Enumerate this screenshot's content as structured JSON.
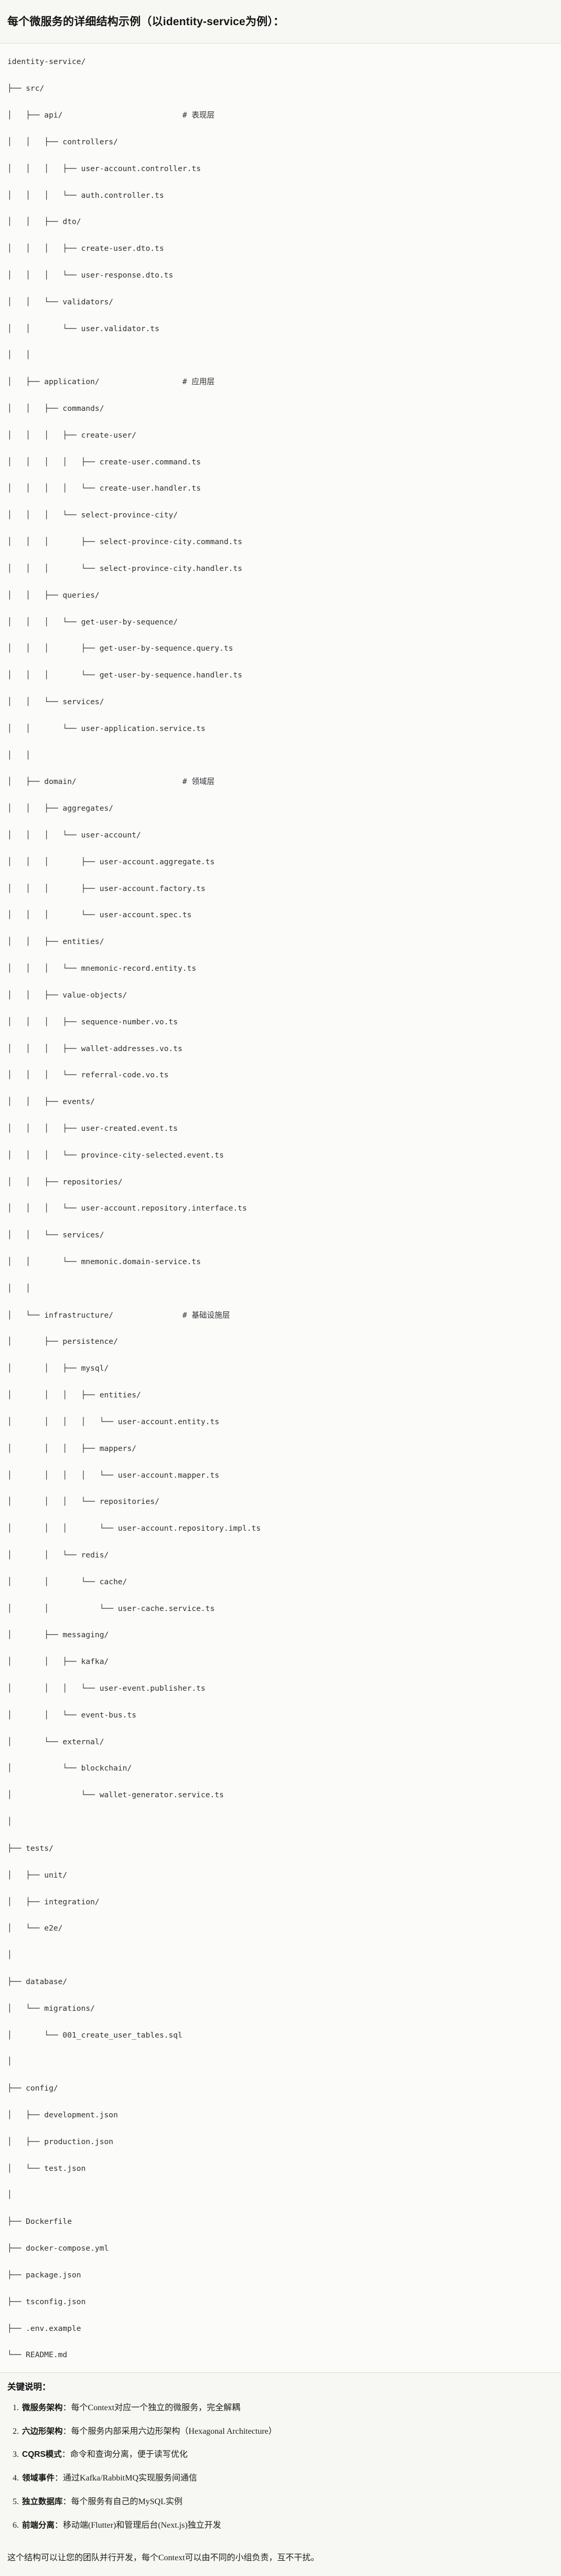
{
  "title": {
    "full": "每个微服务的详细结构示例（以identity-service为例）："
  },
  "tree": {
    "root_label": "identity-service/",
    "lines": [
      "identity-service/",
      "├── src/",
      "│   ├── api/                          # 表现层",
      "│   │   ├── controllers/",
      "│   │   │   ├── user-account.controller.ts",
      "│   │   │   └── auth.controller.ts",
      "│   │   ├── dto/",
      "│   │   │   ├── create-user.dto.ts",
      "│   │   │   └── user-response.dto.ts",
      "│   │   └── validators/",
      "│   │       └── user.validator.ts",
      "│   │",
      "│   ├── application/                  # 应用层",
      "│   │   ├── commands/",
      "│   │   │   ├── create-user/",
      "│   │   │   │   ├── create-user.command.ts",
      "│   │   │   │   └── create-user.handler.ts",
      "│   │   │   └── select-province-city/",
      "│   │   │       ├── select-province-city.command.ts",
      "│   │   │       └── select-province-city.handler.ts",
      "│   │   ├── queries/",
      "│   │   │   └── get-user-by-sequence/",
      "│   │   │       ├── get-user-by-sequence.query.ts",
      "│   │   │       └── get-user-by-sequence.handler.ts",
      "│   │   └── services/",
      "│   │       └── user-application.service.ts",
      "│   │",
      "│   ├── domain/                       # 领域层",
      "│   │   ├── aggregates/",
      "│   │   │   └── user-account/",
      "│   │   │       ├── user-account.aggregate.ts",
      "│   │   │       ├── user-account.factory.ts",
      "│   │   │       └── user-account.spec.ts",
      "│   │   ├── entities/",
      "│   │   │   └── mnemonic-record.entity.ts",
      "│   │   ├── value-objects/",
      "│   │   │   ├── sequence-number.vo.ts",
      "│   │   │   ├── wallet-addresses.vo.ts",
      "│   │   │   └── referral-code.vo.ts",
      "│   │   ├── events/",
      "│   │   │   ├── user-created.event.ts",
      "│   │   │   └── province-city-selected.event.ts",
      "│   │   ├── repositories/",
      "│   │   │   └── user-account.repository.interface.ts",
      "│   │   └── services/",
      "│   │       └── mnemonic.domain-service.ts",
      "│   │",
      "│   └── infrastructure/               # 基础设施层",
      "│       ├── persistence/",
      "│       │   ├── mysql/",
      "│       │   │   ├── entities/",
      "│       │   │   │   └── user-account.entity.ts",
      "│       │   │   ├── mappers/",
      "│       │   │   │   └── user-account.mapper.ts",
      "│       │   │   └── repositories/",
      "│       │   │       └── user-account.repository.impl.ts",
      "│       │   └── redis/",
      "│       │       └── cache/",
      "│       │           └── user-cache.service.ts",
      "│       ├── messaging/",
      "│       │   ├── kafka/",
      "│       │   │   └── user-event.publisher.ts",
      "│       │   └── event-bus.ts",
      "│       └── external/",
      "│           └── blockchain/",
      "│               └── wallet-generator.service.ts",
      "│",
      "├── tests/",
      "│   ├── unit/",
      "│   ├── integration/",
      "│   └── e2e/",
      "│",
      "├── database/",
      "│   └── migrations/",
      "│       └── 001_create_user_tables.sql",
      "│",
      "├── config/",
      "│   ├── development.json",
      "│   ├── production.json",
      "│   └── test.json",
      "│",
      "├── Dockerfile",
      "├── docker-compose.yml",
      "├── package.json",
      "├── tsconfig.json",
      "├── .env.example",
      "└── README.md"
    ],
    "layer_comments": [
      "# 表现层",
      "# 应用层",
      "# 领域层",
      "# 基础设施层"
    ]
  },
  "keypoints": {
    "heading": "关键说明：",
    "items": [
      {
        "term": "微服务架构",
        "sep": "：",
        "desc": "每个Context对应一个独立的微服务，完全解耦"
      },
      {
        "term": "六边形架构",
        "sep": "：",
        "desc": "每个服务内部采用六边形架构（Hexagonal Architecture）"
      },
      {
        "term": "CQRS模式",
        "sep": "：",
        "desc": "命令和查询分离，便于读写优化"
      },
      {
        "term": "领域事件",
        "sep": "：",
        "desc": "通过Kafka/RabbitMQ实现服务间通信"
      },
      {
        "term": "独立数据库",
        "sep": "：",
        "desc": "每个服务有自己的MySQL实例"
      },
      {
        "term": "前端分离",
        "sep": "：",
        "desc": "移动端(Flutter)和管理后台(Next.js)独立开发"
      }
    ]
  },
  "closing": {
    "text": "这个结构可以让您的团队并行开发，每个Context可以由不同的小组负责，互不干扰。"
  },
  "colors": {
    "page_bg": "#f7f7f4",
    "code_bg": "#fbfbf9",
    "text": "#1c1c1c",
    "code_text": "#2d3134",
    "rule": "#dcdcd6"
  }
}
